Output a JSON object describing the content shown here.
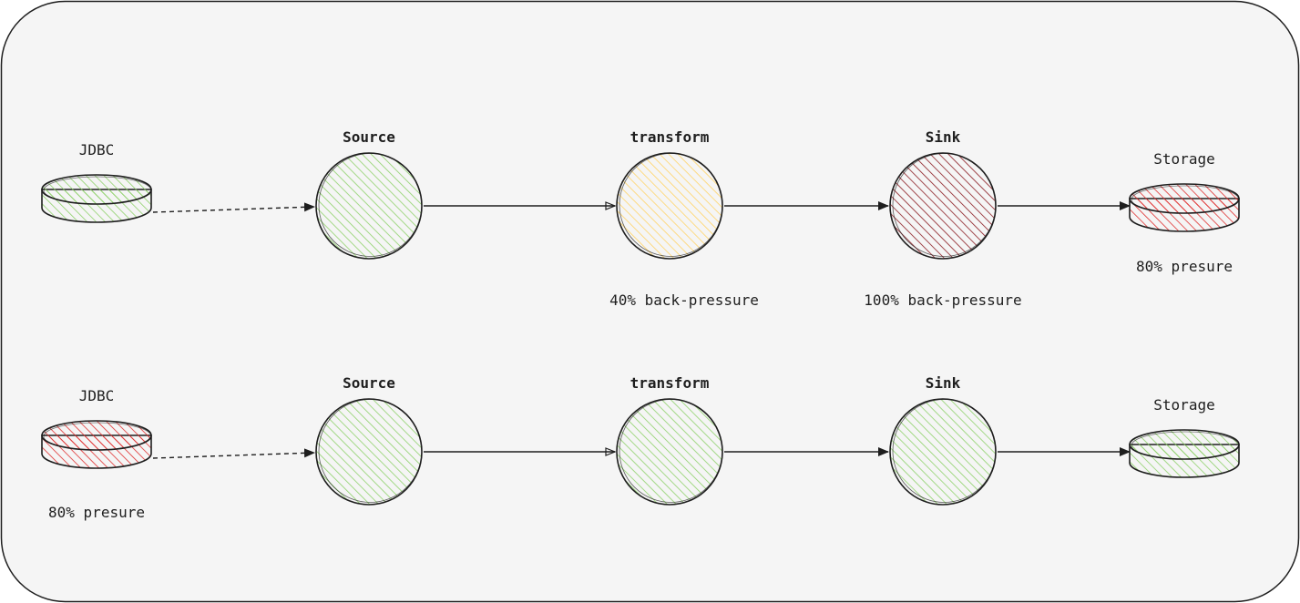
{
  "colors": {
    "background": "#f5f5f5",
    "border": "#1e1e1e",
    "green": "#8fd16b",
    "yellow": "#ffd466",
    "red": "#e03131",
    "dark_red": "#8b1c22"
  },
  "rows": [
    {
      "source_db": {
        "label": "JDBC",
        "color": "green",
        "note": ""
      },
      "stages": [
        {
          "label": "Source",
          "color": "green",
          "note": ""
        },
        {
          "label": "transform",
          "color": "yellow",
          "note": "40% back-pressure"
        },
        {
          "label": "Sink",
          "color": "dark_red",
          "note": "100% back-pressure"
        }
      ],
      "sink_db": {
        "label": "Storage",
        "color": "red",
        "note": "80% presure"
      }
    },
    {
      "source_db": {
        "label": "JDBC",
        "color": "red",
        "note": "80% presure"
      },
      "stages": [
        {
          "label": "Source",
          "color": "green",
          "note": ""
        },
        {
          "label": "transform",
          "color": "green",
          "note": ""
        },
        {
          "label": "Sink",
          "color": "green",
          "note": ""
        }
      ],
      "sink_db": {
        "label": "Storage",
        "color": "green",
        "note": ""
      }
    }
  ]
}
